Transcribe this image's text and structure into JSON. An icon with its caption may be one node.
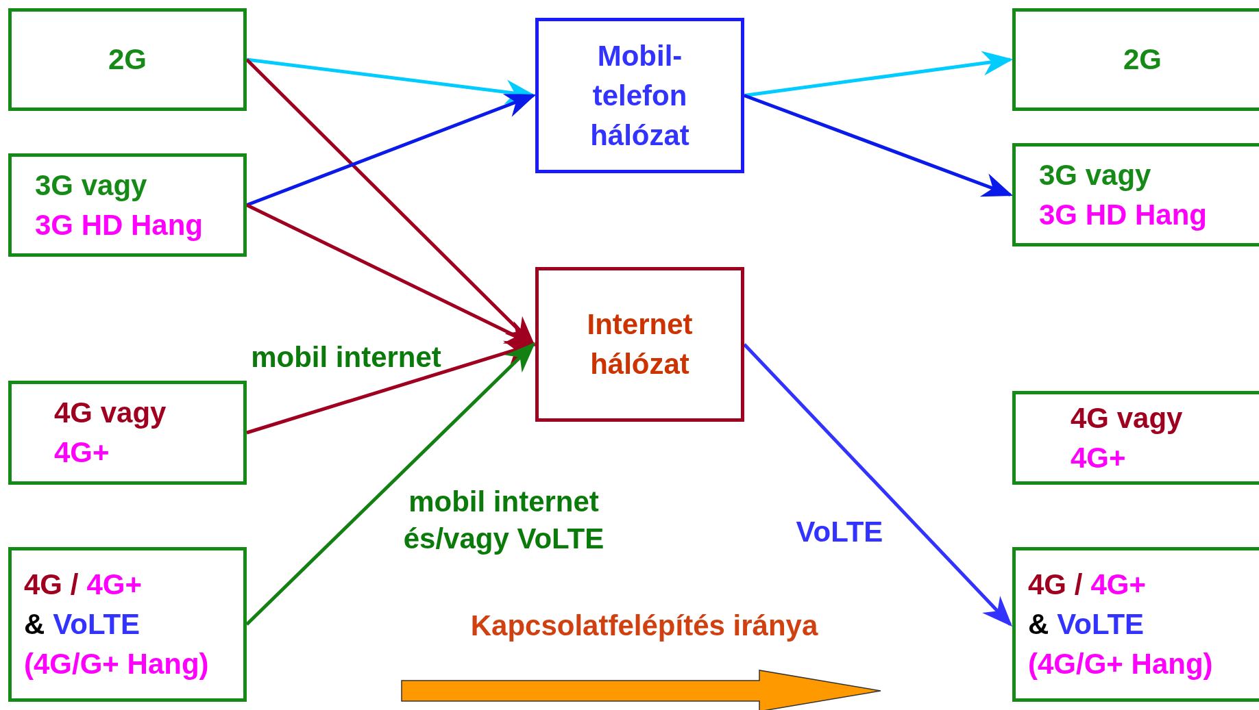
{
  "diagram": {
    "nodes": [
      {
        "text": [
          "2G"
        ]
      },
      {
        "text": [
          "3G vagy",
          "3G HD Hang"
        ]
      },
      {
        "text": [
          "4G vagy",
          "4G+"
        ]
      },
      {
        "text": [
          "4G /",
          "4G+",
          "&",
          "VoLTE",
          "(4G/G+ Hang)"
        ]
      },
      {
        "text": [
          "Mobil-telefon hálózat"
        ]
      },
      {
        "text": [
          "Internet hálózat"
        ]
      },
      {
        "text": [
          "2G"
        ]
      },
      {
        "text": [
          "3G vagy",
          "3G HD Hang"
        ]
      },
      {
        "text": [
          "4G vagy",
          "4G+"
        ]
      },
      {
        "text": [
          "4G /",
          "4G+",
          "&",
          "VoLTE",
          "(4G/G+ Hang)"
        ]
      }
    ],
    "edges": [
      {
        "from": 0,
        "to": 4,
        "arrow": "to",
        "color": "#00ccff"
      },
      {
        "from": 0,
        "to": 5,
        "arrow": "to",
        "color": "#a00020"
      },
      {
        "from": 1,
        "to": 4,
        "arrow": "to",
        "color": "#0a1ae8"
      },
      {
        "from": 1,
        "to": 5,
        "arrow": "to",
        "color": "#a00020"
      },
      {
        "from": 2,
        "to": 5,
        "arrow": "to",
        "color": "#a00020",
        "label": "mobil internet"
      },
      {
        "from": 3,
        "to": 5,
        "arrow": "to",
        "color": "#128012",
        "label": "mobil internet és/vagy VoLTE"
      },
      {
        "from": 4,
        "to": 6,
        "arrow": "to",
        "color": "#00ccff"
      },
      {
        "from": 4,
        "to": 7,
        "arrow": "to",
        "color": "#0a1ae8"
      },
      {
        "from": 5,
        "to": 9,
        "arrow": "to",
        "color": "#3333ff",
        "label": "VoLTE"
      }
    ],
    "labels": [
      "Kapcsolatfelépítés iránya"
    ]
  }
}
